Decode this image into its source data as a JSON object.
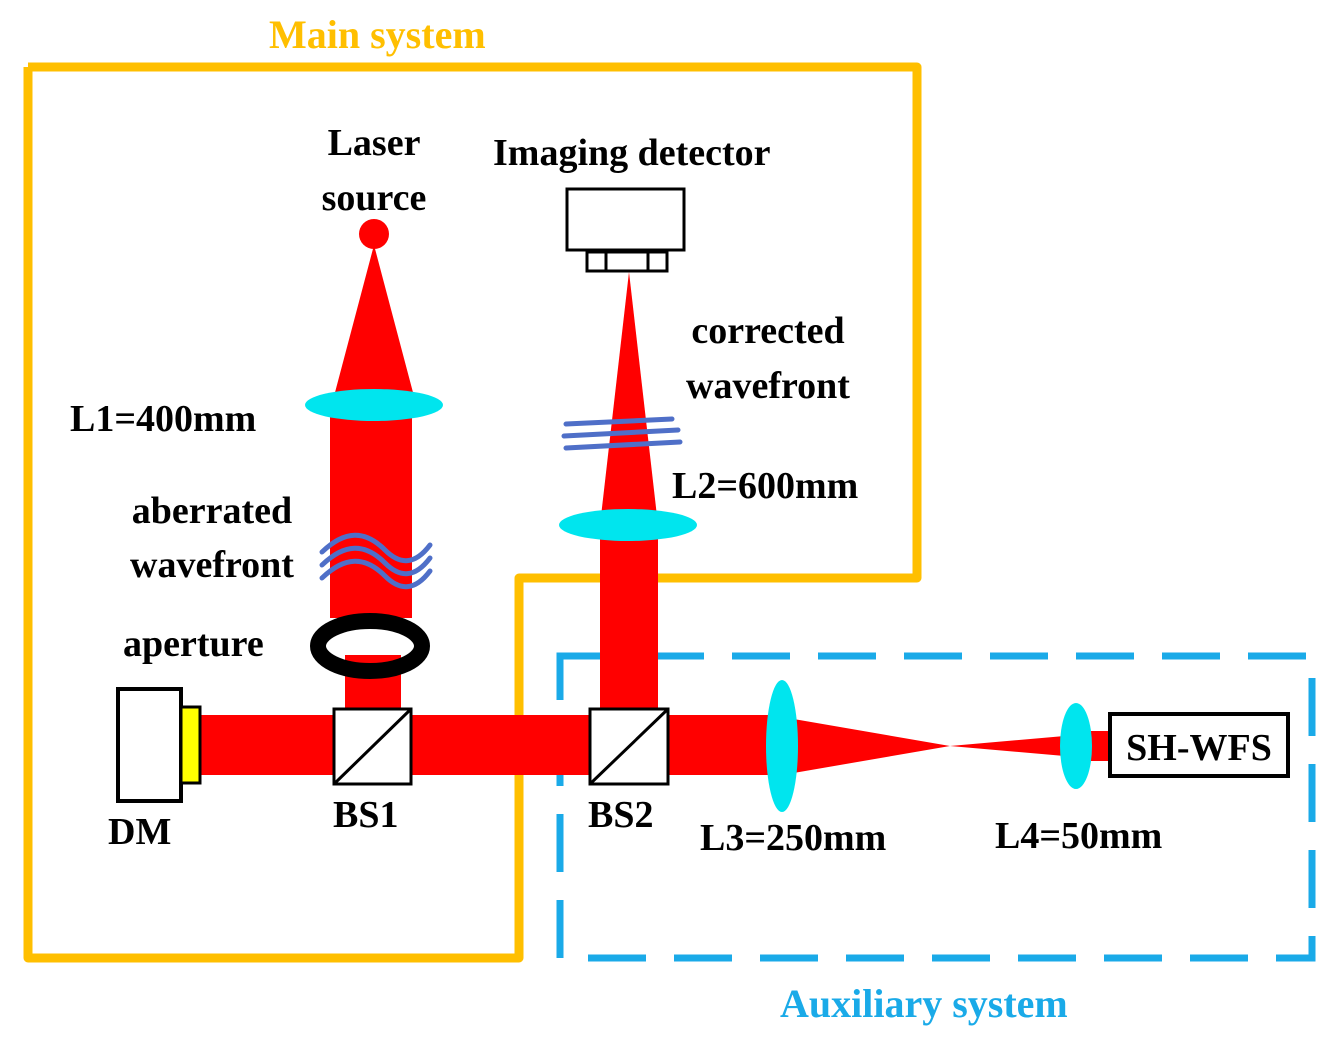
{
  "titles": {
    "main_system": "Main system",
    "auxiliary_system": "Auxiliary system"
  },
  "labels": {
    "laser_line1": "Laser",
    "laser_line2": "source",
    "imaging_detector": "Imaging detector",
    "corrected_line1": "corrected",
    "corrected_line2": "wavefront",
    "l1": "L1=400mm",
    "l2": "L2=600mm",
    "aberrated_line1": "aberrated",
    "aberrated_line2": "wavefront",
    "aperture": "aperture",
    "dm": "DM",
    "bs1": "BS1",
    "bs2": "BS2",
    "l3": "L3=250mm",
    "l4": "L4=50mm",
    "shwfs": "SH-WFS"
  },
  "colors": {
    "main_border": "#FFBF00",
    "aux_border": "#1AAAE8",
    "beam": "#FF0000",
    "lens": "#00E5EE",
    "wavefront": "#4F6FC8",
    "dm_surface": "#FFFF00",
    "ink": "#000000"
  }
}
